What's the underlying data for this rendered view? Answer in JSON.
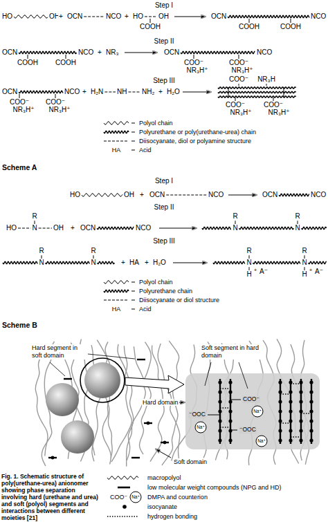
{
  "diagram": {
    "caption": "Fig. 1. Schematic structure of poly(urethane-urea) anionomer showing phase separation involving hard (urethane and urea) and soft (polyol) segments and interactions between different moieties [21]",
    "labels": [
      "Step I",
      "HO",
      "OH",
      "+",
      "OCN",
      "NCO",
      "+",
      "HO",
      "OH",
      "COOH",
      "OCN",
      "NCO",
      "COOH",
      "COOH",
      "Step II",
      "OCN",
      "NCO",
      "COOH",
      "COOH",
      "+",
      "NR₃",
      "OCN",
      "NCO",
      "COO⁻",
      "COO⁻",
      "NR₃H⁺",
      "NR₃H⁺",
      "Step III",
      "OCN",
      "NCO",
      "COO⁻",
      "COO⁻",
      "NR₃H⁺",
      "NR₃H⁺",
      "+",
      "H₂N",
      "NH",
      "NH₂",
      "+",
      "H₂O",
      "COO⁻",
      "NR₃H",
      "COO⁻",
      "COO⁻",
      "NR₃H⁺",
      "NR₃H⁺",
      "HA",
      "Scheme A",
      "Step I",
      "HO",
      "OH",
      "+",
      "OCN",
      "NCO",
      "OCN",
      "NCO",
      "Step II",
      "R",
      "HO",
      "N",
      "OH",
      "+",
      "OCN",
      "NCO",
      "R",
      "N",
      "R",
      "N",
      "Step III",
      "R",
      "N",
      "R",
      "N",
      "+",
      "HA",
      "+",
      "H₂O",
      "R",
      "N",
      "R",
      "N",
      "H",
      "+",
      "A⁻",
      "H",
      "+",
      "A⁻",
      "HA",
      "Scheme B",
      "Hard segment in soft domain",
      "Soft segment in hard domain",
      "Hard domain",
      "Soft domain",
      "⁻OOC",
      "Na⁺",
      "COO⁻",
      "Na⁺",
      "⁻OOC",
      "Na⁺",
      "COO⁻",
      "Na⁺"
    ],
    "legend": [
      {
        "text": "Polyol chain"
      },
      {
        "text": "Polyurethane or poly(urethane-urea) chain"
      },
      {
        "text": "Diisocyanate, diol or polyamine structure"
      },
      {
        "text": "Acid"
      },
      {
        "text": "Polyol chain"
      },
      {
        "text": "Polyurethane chain"
      },
      {
        "text": "Diisocyanate or diol structure"
      },
      {
        "text": "Acid"
      },
      {
        "text": "macropolyol"
      },
      {
        "text": "low molecular weight compounds (NPG and HD)"
      },
      {
        "text": "DMPA and counterion"
      },
      {
        "text": "isocyanate"
      },
      {
        "text": "hydrogen bonding"
      }
    ]
  }
}
